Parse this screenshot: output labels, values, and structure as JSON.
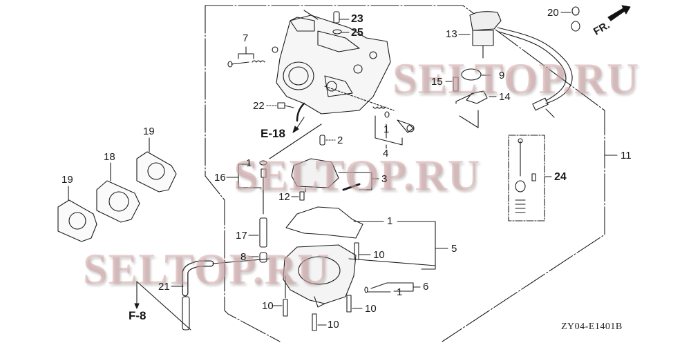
{
  "diagram": {
    "title": "Carburetor assembly exploded parts diagram",
    "drawing_code": "ZY04-E1401B",
    "direction_marker": "FR.",
    "watermark": "SELTOP.RU",
    "watermark_color": "#d6aaaa",
    "line_color": "#1a1a1a",
    "references": [
      {
        "id": "E-18",
        "label": "E-18"
      },
      {
        "id": "F-8",
        "label": "F-8"
      }
    ],
    "callouts": [
      {
        "id": "c23",
        "number": "23"
      },
      {
        "id": "c25",
        "number": "25"
      },
      {
        "id": "c7",
        "number": "7"
      },
      {
        "id": "c22",
        "number": "22"
      },
      {
        "id": "c1a",
        "number": "1"
      },
      {
        "id": "c4",
        "number": "4"
      },
      {
        "id": "c2",
        "number": "2"
      },
      {
        "id": "c13",
        "number": "13"
      },
      {
        "id": "c20",
        "number": "20"
      },
      {
        "id": "c9",
        "number": "9"
      },
      {
        "id": "c15",
        "number": "15"
      },
      {
        "id": "c14",
        "number": "14"
      },
      {
        "id": "c11",
        "number": "11"
      },
      {
        "id": "c24",
        "number": "24"
      },
      {
        "id": "c19a",
        "number": "19"
      },
      {
        "id": "c18",
        "number": "18"
      },
      {
        "id": "c19b",
        "number": "19"
      },
      {
        "id": "c1b",
        "number": "1"
      },
      {
        "id": "c16",
        "number": "16"
      },
      {
        "id": "c3",
        "number": "3"
      },
      {
        "id": "c12",
        "number": "12"
      },
      {
        "id": "c1c",
        "number": "1"
      },
      {
        "id": "c5",
        "number": "5"
      },
      {
        "id": "c17",
        "number": "17"
      },
      {
        "id": "c8",
        "number": "8"
      },
      {
        "id": "c10a",
        "number": "10"
      },
      {
        "id": "c21",
        "number": "21"
      },
      {
        "id": "c1d",
        "number": "1"
      },
      {
        "id": "c6",
        "number": "6"
      },
      {
        "id": "c10b",
        "number": "10"
      },
      {
        "id": "c10c",
        "number": "10"
      },
      {
        "id": "c10d",
        "number": "10"
      }
    ]
  }
}
